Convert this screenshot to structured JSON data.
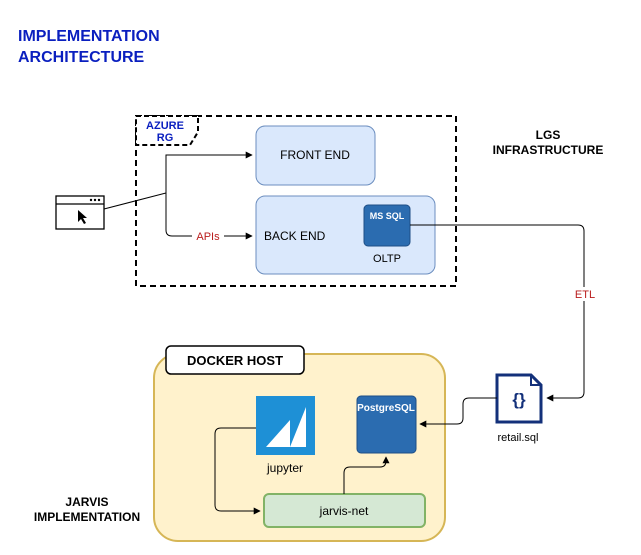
{
  "title": {
    "line1": "IMPLEMENTATION",
    "line2": "ARCHITECTURE"
  },
  "azure_rg": {
    "line1": "AZURE",
    "line2": "RG"
  },
  "lgs": {
    "line1": "LGS",
    "line2": "INFRASTRUCTURE"
  },
  "front_end": "FRONT END",
  "back_end": "BACK END",
  "apis": "APIs",
  "ms_sql": "MS SQL",
  "oltp": "OLTP",
  "etl": "ETL",
  "retail_sql": "retail.sql",
  "docker_host": "DOCKER HOST",
  "jupyter": "jupyter",
  "postgresql": "PostgreSQL",
  "jarvis_net": "jarvis-net",
  "jarvis": {
    "line1": "JARVIS",
    "line2": "IMPLEMENTATION"
  },
  "colors": {
    "title_blue": "#0a1fbf",
    "arrow_label_red": "#b91c1c",
    "box_fill": "#dae8fc",
    "box_stroke": "#6c8ebf",
    "docker_fill": "#fff2cc",
    "docker_stroke": "#d6b656",
    "net_fill": "#d5e8d4",
    "net_stroke": "#82b366",
    "db_blue": "#2b6cb0",
    "jupyter_blue": "#1e90d6",
    "file_navy": "#13307a"
  }
}
